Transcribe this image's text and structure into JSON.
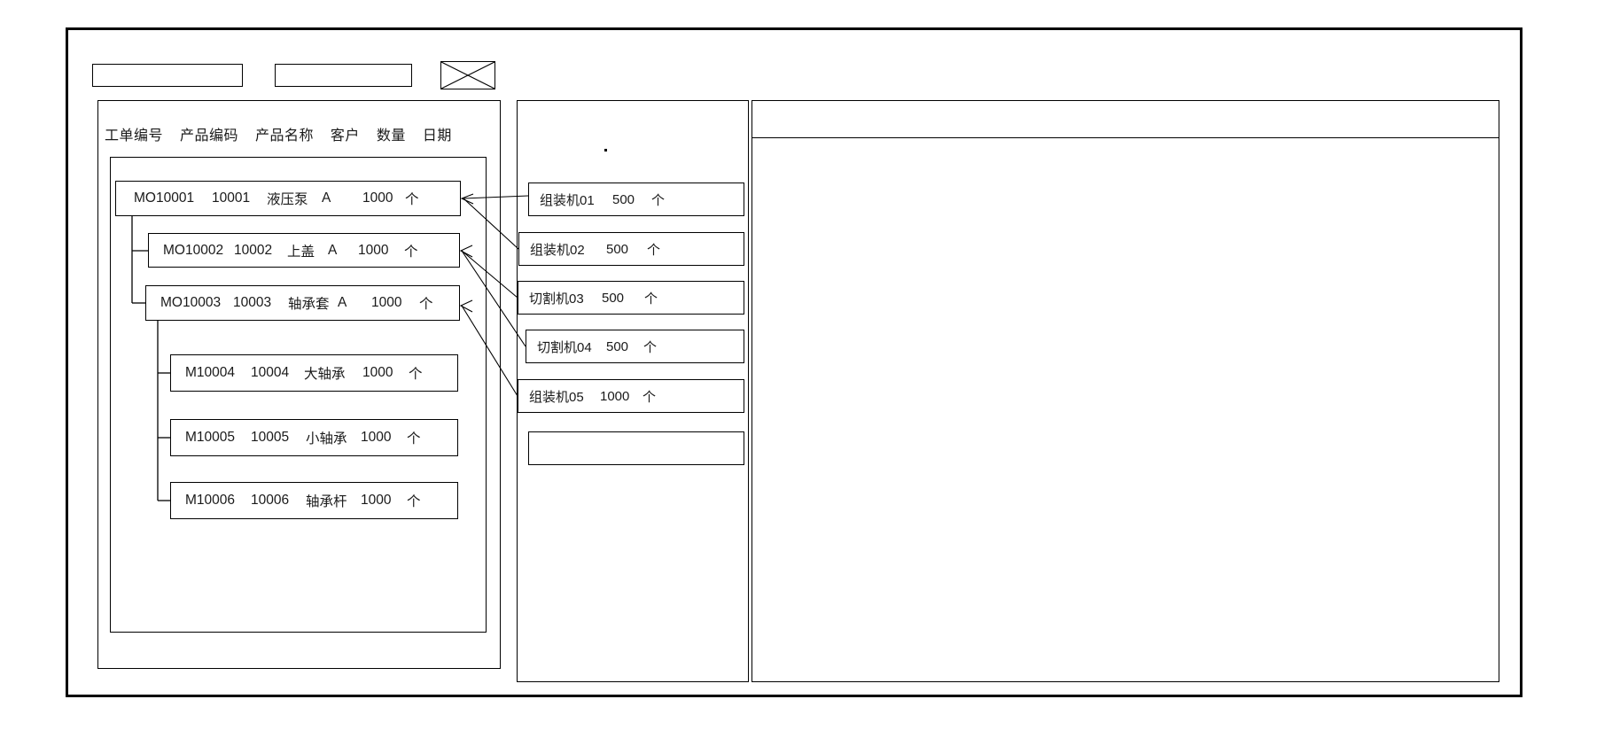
{
  "window": {
    "title_bar_present": true
  },
  "toolbar": {
    "field_1_value": "",
    "field_2_value": "",
    "close_icon": "close-x-icon"
  },
  "left_panel": {
    "columns": [
      "工单编号",
      "产品编码",
      "产品名称",
      "客户",
      "数量",
      "日期"
    ],
    "tree_rows": [
      {
        "order_no": "MO10001",
        "product_code": "10001",
        "product_name": "液压泵",
        "customer": "A",
        "qty": "1000",
        "unit": "个",
        "level": 0
      },
      {
        "order_no": "MO10002",
        "product_code": "10002",
        "product_name": "上盖",
        "customer": "A",
        "qty": "1000",
        "unit": "个",
        "level": 1
      },
      {
        "order_no": "MO10003",
        "product_code": "10003",
        "product_name": "轴承套",
        "customer": "A",
        "qty": "1000",
        "unit": "个",
        "level": 1
      },
      {
        "order_no": "M10004",
        "product_code": "10004",
        "product_name": "大轴承",
        "customer": "",
        "qty": "1000",
        "unit": "个",
        "level": 2
      },
      {
        "order_no": "M10005",
        "product_code": "10005",
        "product_name": "小轴承",
        "customer": "",
        "qty": "1000",
        "unit": "个",
        "level": 2
      },
      {
        "order_no": "M10006",
        "product_code": "10006",
        "product_name": "轴承杆",
        "customer": "",
        "qty": "1000",
        "unit": "个",
        "level": 2
      }
    ]
  },
  "mid_panel": {
    "items": [
      {
        "machine": "组装机01",
        "qty": "500",
        "unit": "个"
      },
      {
        "machine": "组装机02",
        "qty": "500",
        "unit": "个"
      },
      {
        "machine": "切割机03",
        "qty": "500",
        "unit": "个"
      },
      {
        "machine": "切割机04",
        "qty": "500",
        "unit": "个"
      },
      {
        "machine": "组装机05",
        "qty": "1000",
        "unit": "个"
      },
      {
        "machine": "",
        "qty": "",
        "unit": ""
      }
    ]
  },
  "right_panel": {
    "content": ""
  },
  "colors": {
    "stroke": "#000000",
    "background": "#ffffff",
    "text": "#1a1a1a"
  }
}
